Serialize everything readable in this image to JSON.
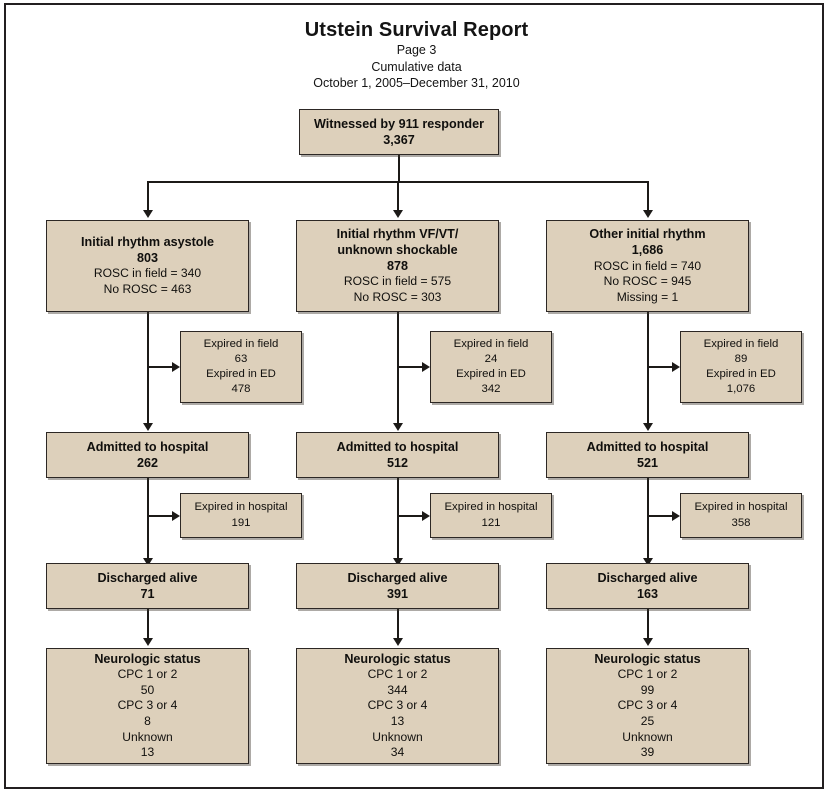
{
  "report": {
    "title": "Utstein Survival Report",
    "page_label": "Page 3",
    "data_label": "Cumulative data",
    "date_range": "October 1, 2005–December 31, 2010"
  },
  "chart_data": {
    "type": "diagram",
    "title": "Utstein Survival Report",
    "subtitle": [
      "Page 3",
      "Cumulative data",
      "October 1, 2005–December 31, 2010"
    ],
    "root": {
      "label": "Witnessed by 911 responder",
      "value": "3,367"
    },
    "columns": [
      {
        "rhythm": {
          "label": "Initial rhythm asystole",
          "value": "803",
          "rosc_field": "ROSC in field = 340",
          "no_rosc": "No ROSC = 463"
        },
        "expired_prehosp": {
          "field_label": "Expired in field",
          "field_value": "63",
          "ed_label": "Expired in ED",
          "ed_value": "478"
        },
        "admitted": {
          "label": "Admitted to hospital",
          "value": "262"
        },
        "expired_hospital": {
          "label": "Expired in hospital",
          "value": "191"
        },
        "discharged": {
          "label": "Discharged alive",
          "value": "71"
        },
        "neuro": {
          "label": "Neurologic status",
          "cpc12_label": "CPC 1 or 2",
          "cpc12_value": "50",
          "cpc34_label": "CPC 3 or 4",
          "cpc34_value": "8",
          "unknown_label": "Unknown",
          "unknown_value": "13"
        }
      },
      {
        "rhythm": {
          "label_line1": "Initial rhythm VF/VT/",
          "label_line2": "unknown shockable",
          "value": "878",
          "rosc_field": "ROSC in field = 575",
          "no_rosc": "No ROSC = 303"
        },
        "expired_prehosp": {
          "field_label": "Expired in field",
          "field_value": "24",
          "ed_label": "Expired in ED",
          "ed_value": "342"
        },
        "admitted": {
          "label": "Admitted to hospital",
          "value": "512"
        },
        "expired_hospital": {
          "label": "Expired in hospital",
          "value": "121"
        },
        "discharged": {
          "label": "Discharged alive",
          "value": "391"
        },
        "neuro": {
          "label": "Neurologic status",
          "cpc12_label": "CPC 1 or 2",
          "cpc12_value": "344",
          "cpc34_label": "CPC 3 or 4",
          "cpc34_value": "13",
          "unknown_label": "Unknown",
          "unknown_value": "34"
        }
      },
      {
        "rhythm": {
          "label": "Other initial rhythm",
          "value": "1,686",
          "rosc_field": "ROSC in field = 740",
          "no_rosc": "No ROSC = 945",
          "missing": "Missing = 1"
        },
        "expired_prehosp": {
          "field_label": "Expired in field",
          "field_value": "89",
          "ed_label": "Expired in ED",
          "ed_value": "1,076"
        },
        "admitted": {
          "label": "Admitted to hospital",
          "value": "521"
        },
        "expired_hospital": {
          "label": "Expired in hospital",
          "value": "358"
        },
        "discharged": {
          "label": "Discharged alive",
          "value": "163"
        },
        "neuro": {
          "label": "Neurologic status",
          "cpc12_label": "CPC 1 or 2",
          "cpc12_value": "99",
          "cpc34_label": "CPC 3 or 4",
          "cpc34_value": "25",
          "unknown_label": "Unknown",
          "unknown_value": "39"
        }
      }
    ]
  },
  "colors": {
    "box_fill": "#ddd0bb",
    "box_border": "#2c2724",
    "line": "#1c1a18",
    "text": "#100f0d",
    "frame": "#231f20"
  }
}
